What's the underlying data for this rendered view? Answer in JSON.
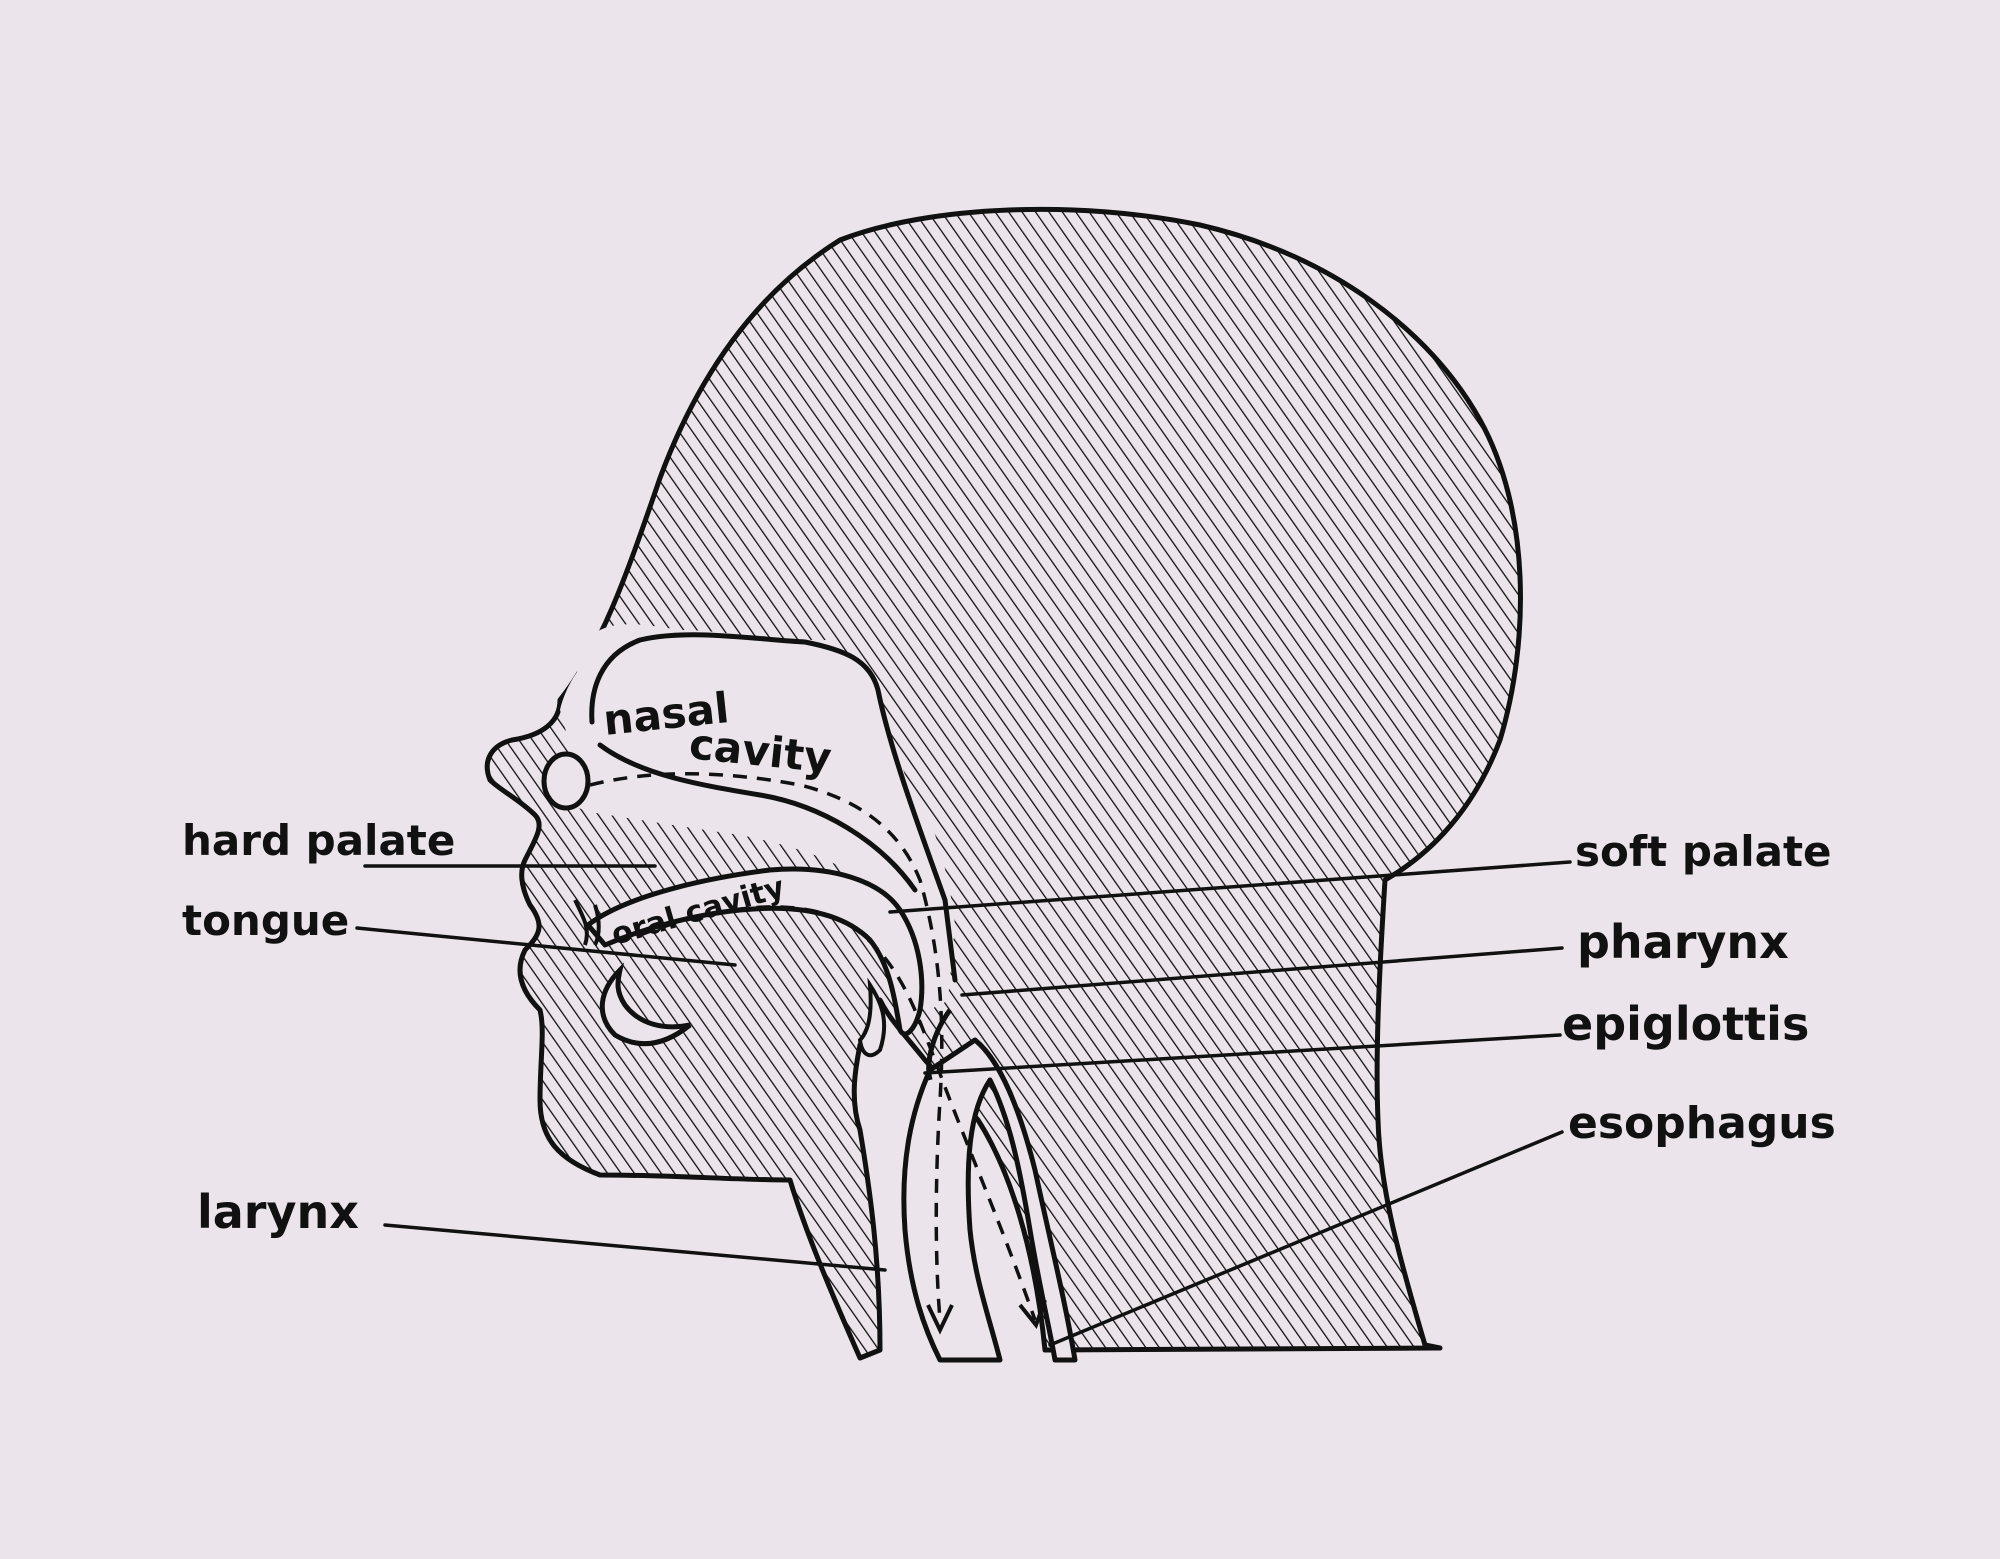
{
  "labels": {
    "nasal_cavity_line1": "nasal",
    "nasal_cavity_line2": "cavity",
    "oral_cavity": "oral cavity",
    "hard_palate": "hard palate",
    "tongue": "tongue",
    "larynx": "larynx",
    "soft_palate": "soft palate",
    "pharynx": "pharynx",
    "epiglottis": "epiglottis",
    "esophagus": "esophagus"
  },
  "colors": {
    "background": "#ebe5eb",
    "ink": "#111111"
  }
}
